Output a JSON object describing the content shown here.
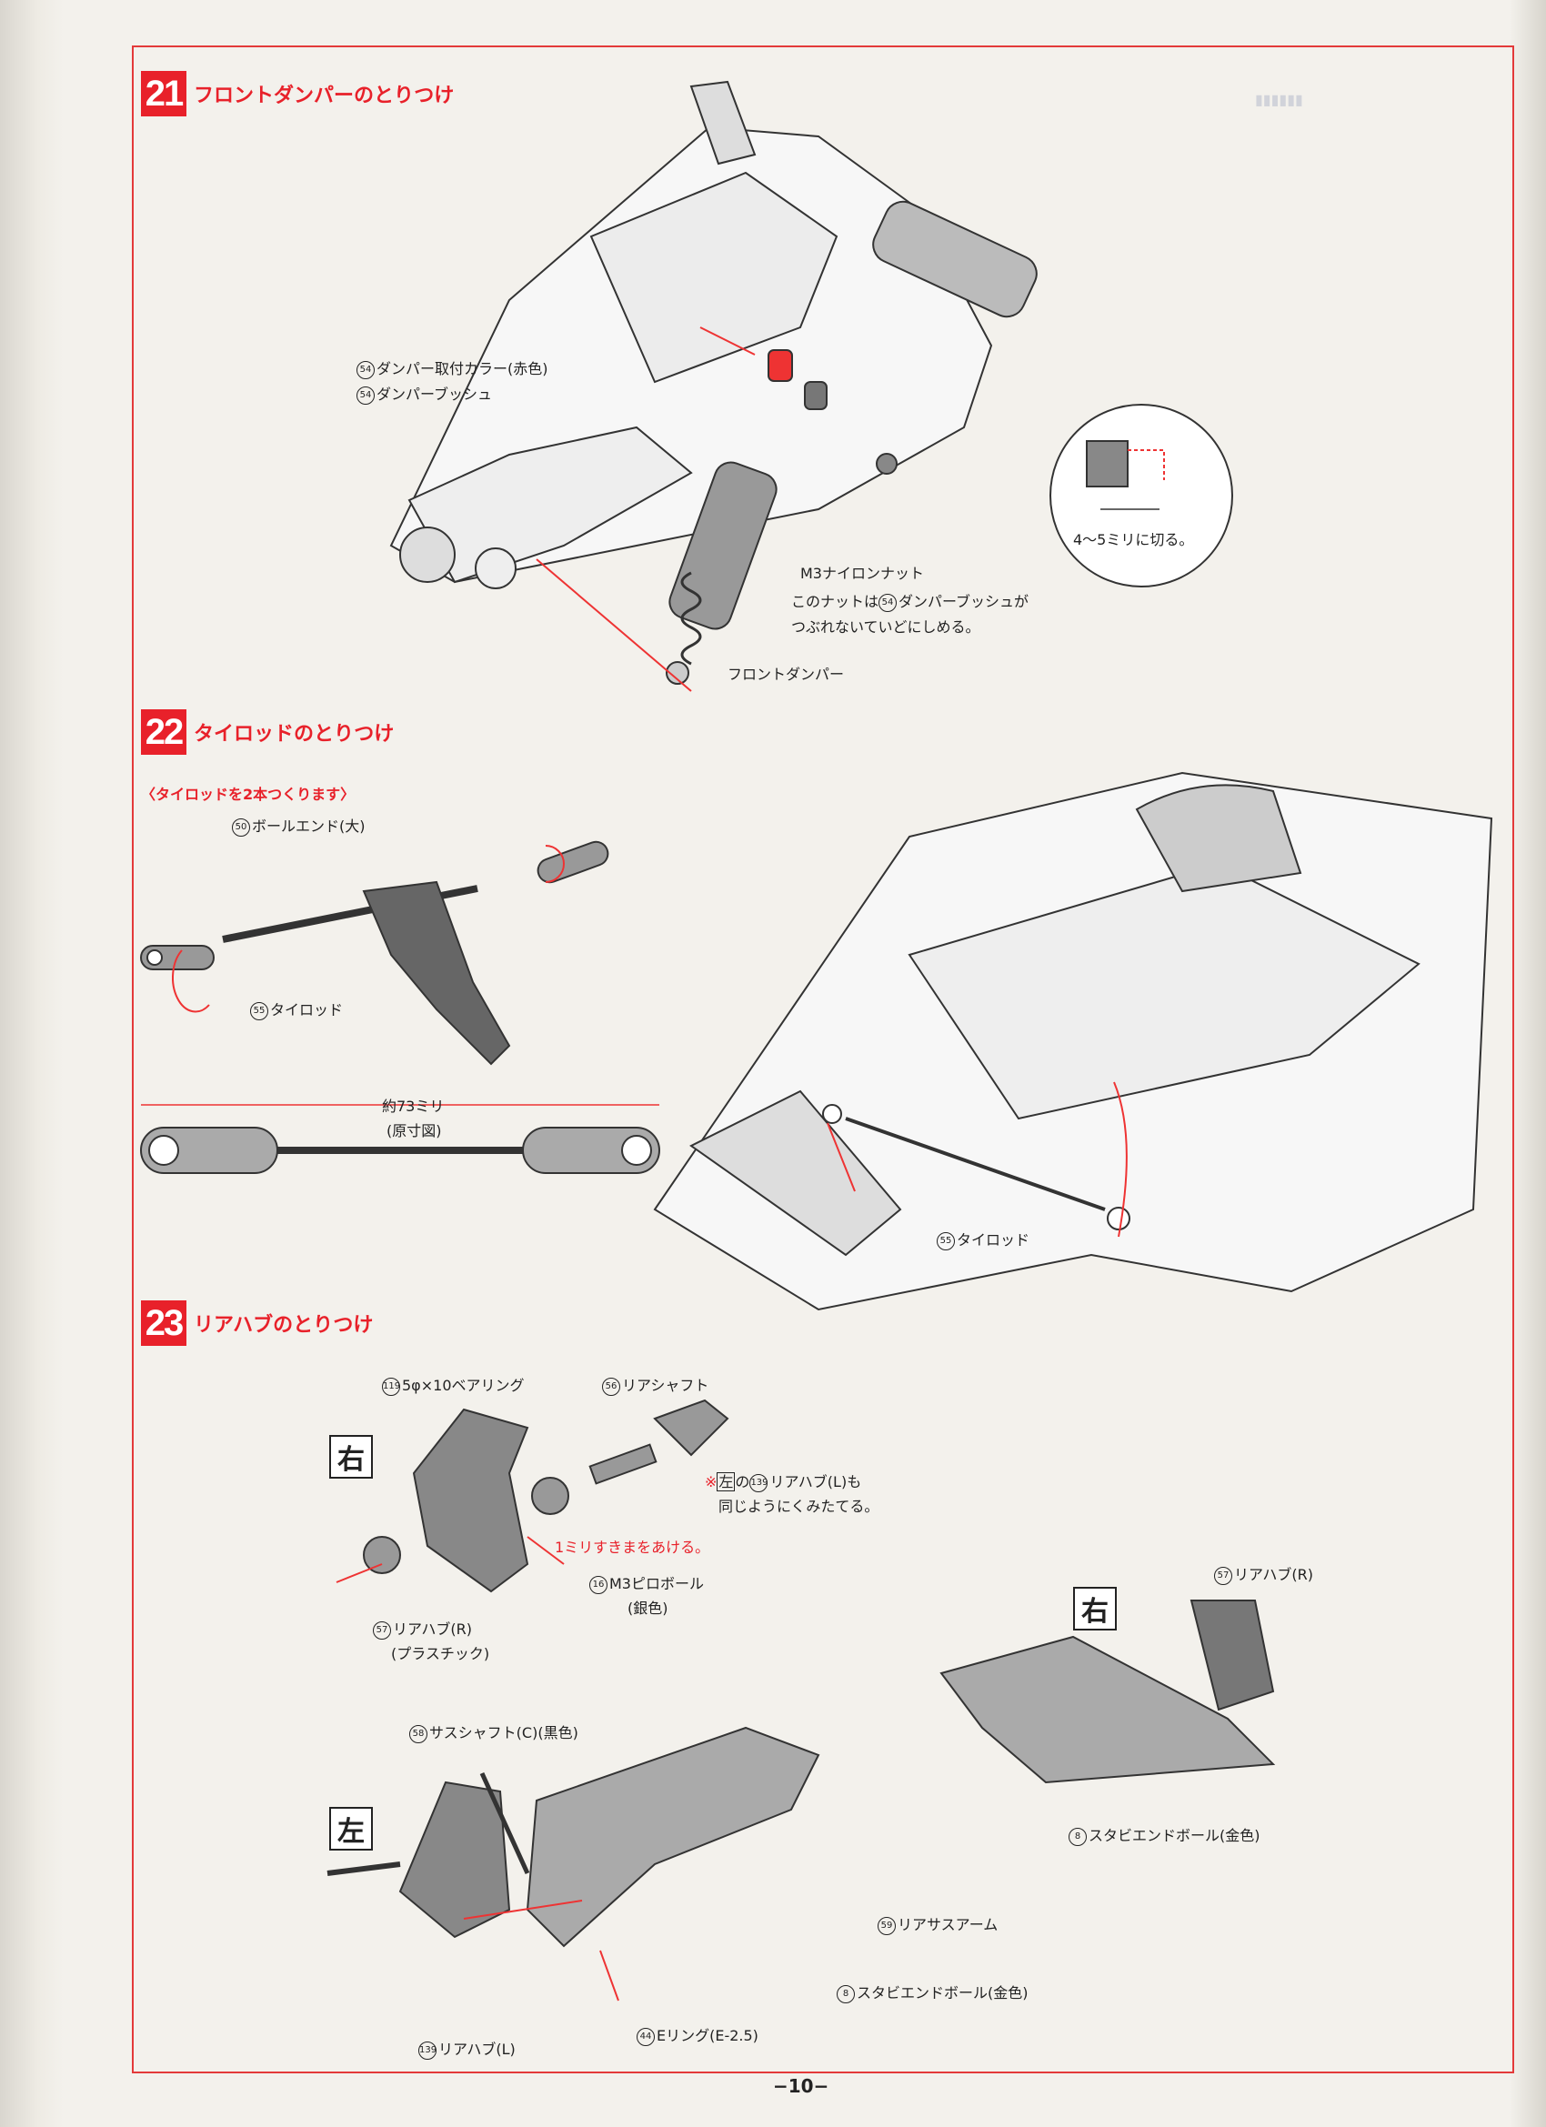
{
  "step21": {
    "number": "21",
    "title": "フロントダンパーのとりつけ",
    "parts": {
      "collar": {
        "id": "54",
        "label": "ダンパー取付カラー(赤色)"
      },
      "bush": {
        "id": "54",
        "label": "ダンパーブッシュ"
      },
      "nut": "M3ナイロンナット",
      "note_line1": "このナットは",
      "note_id": "54",
      "note_line1b": "ダンパーブッシュが",
      "note_line2": "つぶれないていどにしめる。",
      "damper": "フロントダンパー",
      "cut": "4〜5ミリに切る。"
    }
  },
  "step22": {
    "number": "22",
    "title": "タイロッドのとりつけ",
    "subtitle": "〈タイロッドを2本つくります〉",
    "ball_end": {
      "id": "50",
      "label": "ボールエンド(大)"
    },
    "tie_rod": {
      "id": "55",
      "label": "タイロッド"
    },
    "length": "約73ミリ",
    "length_note": "(原寸図)",
    "tie_rod_right": {
      "id": "55",
      "label": "タイロッド"
    }
  },
  "step23": {
    "number": "23",
    "title": "リアハブのとりつけ",
    "bearing": {
      "id": "119",
      "label": "5φ×10ベアリング"
    },
    "shaft": {
      "id": "56",
      "label": "リアシャフト"
    },
    "note_prefix": "※",
    "note_left": "左",
    "note_mid": "の",
    "note_id": "139",
    "note_text": "リアハブ(L)も",
    "note_line2": "同じようにくみたてる。",
    "gap": "1ミリすきまをあける。",
    "pillow": {
      "id": "16",
      "label": "M3ピロボール",
      "sub": "(銀色)"
    },
    "hub_r": {
      "id": "57",
      "label": "リアハブ(R)",
      "sub": "(プラスチック)"
    },
    "right_mark": "右",
    "left_mark": "左",
    "hub_r2": {
      "id": "57",
      "label": "リアハブ(R)"
    },
    "stab1": {
      "id": "8",
      "label": "スタビエンドボール(金色)"
    },
    "sus_shaft": {
      "id": "58",
      "label": "サスシャフト(C)(黒色)"
    },
    "arm": {
      "id": "59",
      "label": "リアサスアーム"
    },
    "stab2": {
      "id": "8",
      "label": "スタビエンドボール(金色)"
    },
    "eclip": {
      "id": "44",
      "label": "Eリング(E-2.5)"
    },
    "hub_l": {
      "id": "139",
      "label": "リアハブ(L)"
    }
  },
  "page_number": "−10−"
}
